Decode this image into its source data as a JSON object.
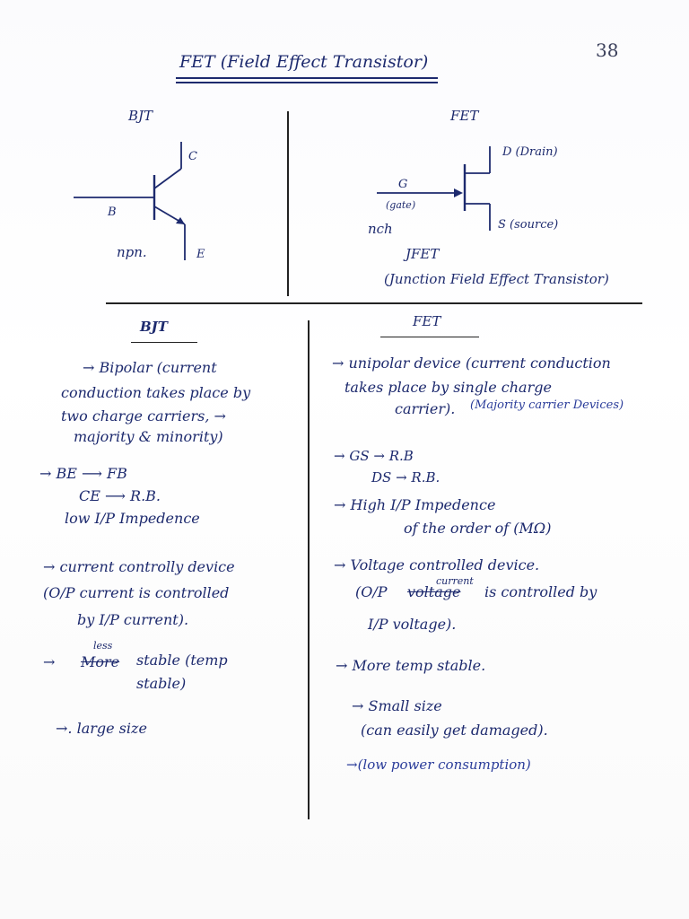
{
  "page_number": "38",
  "title": "FET (Field Effect Transistor)",
  "diagram_section": {
    "bjt_heading": "BJT",
    "bjt_terminals": {
      "collector": "C",
      "base": "B",
      "emitter": "E"
    },
    "bjt_type": "npn.",
    "fet_heading": "FET",
    "fet_terminals": {
      "drain": "D (Drain)",
      "gate": "G",
      "gate_note": "(gate)",
      "source": "S (source)"
    },
    "fet_channel": "nch",
    "jfet_label": "JFET",
    "jfet_full": "(Junction Field Effect Transistor)"
  },
  "comparison": {
    "bjt_heading": "BJT",
    "fet_heading": "FET",
    "bjt_points": {
      "p1_l1": "→ Bipolar (current",
      "p1_l2": "conduction takes place by",
      "p1_l3": "two charge carriers, →",
      "p1_l4": "majority & minority)",
      "p2_l1": "→ BE ⟶ FB",
      "p2_l2": "CE ⟶ R.B.",
      "p2_l3": "low I/P Impedence",
      "p3_l1": "→ current controlly device",
      "p3_l2": "(O/P current is controlled",
      "p3_l3": "by I/P current).",
      "p4_insert": "less",
      "p4_struck": "More",
      "p4_l1": "stable (temp",
      "p4_l2": "stable)",
      "p5_l1": "→. large size"
    },
    "fet_points": {
      "p1_l1": "→ unipolar device (current conduction",
      "p1_l2": "takes place by single charge",
      "p1_l3": "carrier).",
      "p1_note": "(Majority carrier Devices)",
      "p2_l1": "→ GS → R.B",
      "p2_l2": "DS → R.B.",
      "p3_l1": "→ High I/P Impedence",
      "p3_l2": "of the order of (MΩ)",
      "p4_l1": "→ Voltage controlled device.",
      "p4_insert": "current",
      "p4_l2a": "(O/P",
      "p4_struck": "voltage",
      "p4_l2b": "is controlled by",
      "p4_l3": "I/P voltage).",
      "p5_l1": "→ More temp stable.",
      "p6_l1": "→ Small size",
      "p6_l2": "(can easily get damaged).",
      "p7_l1": "→(low power consumption)"
    }
  }
}
